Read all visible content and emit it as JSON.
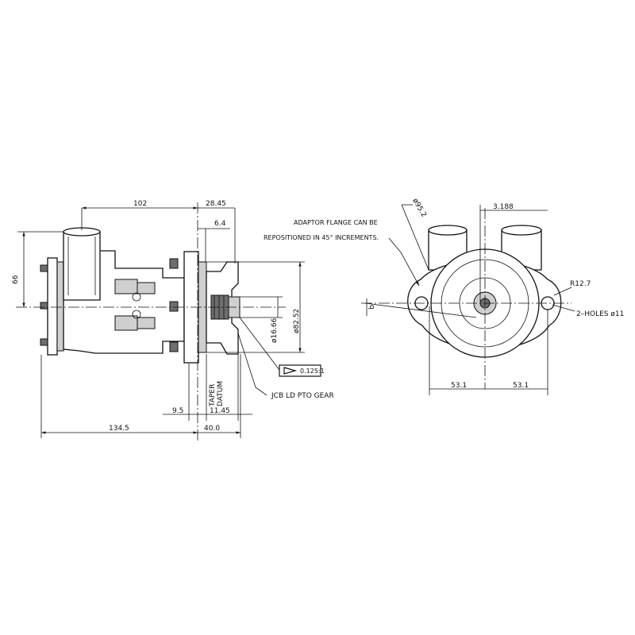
{
  "side_view": {
    "dim_102": "102",
    "dim_28_45": "28.45",
    "dim_6_4": "6.4",
    "dim_66": "66",
    "dim_82_52": "ø82.52",
    "dim_16_66": "ø16.66",
    "taper_label_1": "TAPER",
    "taper_label_2": "DATUM",
    "taper_ratio": "0.125:1",
    "gear_label": "JCB LD PTO GEAR",
    "dim_9_5": "9.5",
    "dim_11_45": "11.45",
    "dim_134_5": "134.5",
    "dim_40_0": "40.0"
  },
  "front_view": {
    "dim_95_2": "ø95.2",
    "dim_3_188": "3.188",
    "note_line_1": "ADAPTOR FLANGE CAN BE",
    "note_line_2": "REPOSITIONED IN 45° INCREMENTS.",
    "dim_r12_7": "R12.7",
    "holes_label": "2–HOLES ø11",
    "dim_53_1_left": "53.1",
    "dim_53_1_right": "53.1",
    "angle_label": "q"
  }
}
